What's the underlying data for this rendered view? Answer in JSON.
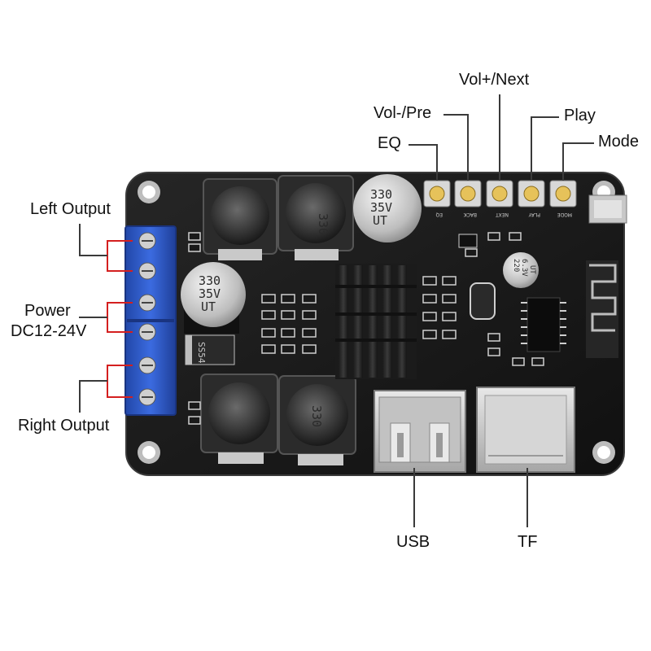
{
  "labels": {
    "left_output": "Left Output",
    "power_line1": "Power",
    "power_line2": "DC12-24V",
    "right_output": "Right Output",
    "vol_plus_next": "Vol+/Next",
    "vol_minus_pre": "Vol-/Pre",
    "play": "Play",
    "eq": "EQ",
    "mode": "Mode",
    "usb": "USB",
    "tf": "TF"
  },
  "board_markings": {
    "cap_large_top": [
      "330",
      "35V",
      "UT"
    ],
    "cap_large_left": [
      "330",
      "35V",
      "UT"
    ],
    "cap_small": [
      "220",
      "6.3V",
      "UT"
    ],
    "inductor_code": "330",
    "diode": "SS54",
    "button_silk": [
      "EQ",
      "BACK",
      "NEXT",
      "PLAY",
      "MODE"
    ]
  },
  "colors": {
    "board": "#1b1b1b",
    "terminal_block": "#2f5fd0",
    "callout_line": "#3a3a3a",
    "terminal_bracket": "#d41f1f",
    "button_cap": "#e6c25a"
  }
}
